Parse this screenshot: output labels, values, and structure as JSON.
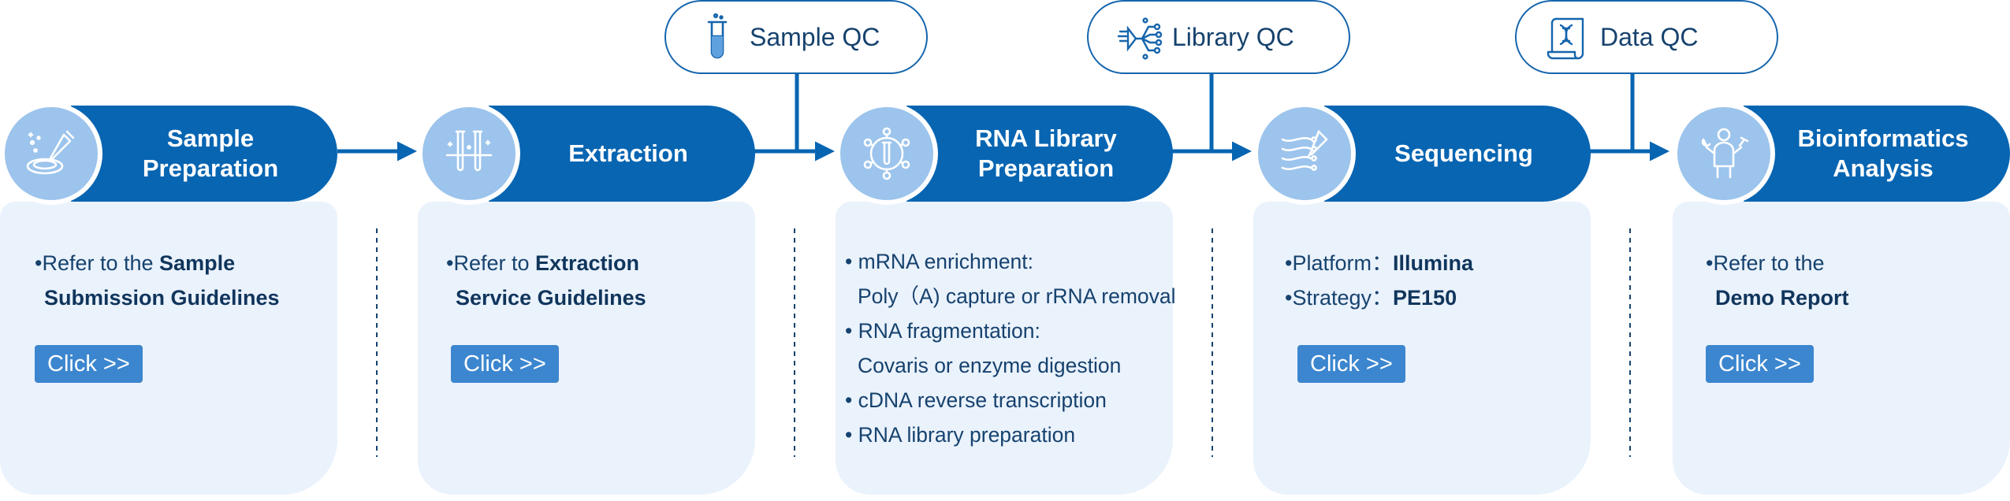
{
  "colors": {
    "primary": "#0765b2",
    "icon_circle": "#9cc4ec",
    "card": "#eaf2fc",
    "button": "#3c86cf",
    "text": "#16426e"
  },
  "qc": [
    {
      "label": "Sample QC",
      "icon": "test-tube-icon"
    },
    {
      "label": "Library QC",
      "icon": "circuit-network-icon"
    },
    {
      "label": "Data QC",
      "icon": "dna-scroll-icon"
    }
  ],
  "steps": [
    {
      "title": [
        "Sample",
        "Preparation"
      ],
      "icon": "petri-dish-pipette-icon",
      "desc": {
        "line1": {
          "pre": "•Refer to the ",
          "bold": "Sample"
        },
        "line2": "Submission Guidelines"
      },
      "button": "Click >>"
    },
    {
      "title": [
        "Extraction"
      ],
      "icon": "test-tubes-icon",
      "desc": {
        "line1": {
          "pre": "•Refer to ",
          "bold": "Extraction"
        },
        "line2": "Service Guidelines"
      },
      "button": "Click >>"
    },
    {
      "title": [
        "RNA Library",
        "Preparation"
      ],
      "icon": "molecular-network-tube-icon",
      "bullets": [
        "• mRNA enrichment:",
        "Poly（A) capture or rRNA removal",
        "• RNA fragmentation:",
        "Covaris or enzyme digestion",
        "• cDNA reverse transcription",
        "• RNA library preparation"
      ]
    },
    {
      "title": [
        "Sequencing"
      ],
      "icon": "sequencing-chip-icon",
      "desc": {
        "line1": {
          "pre": "•Platform：",
          "bold": "Illumina"
        },
        "line2": {
          "pre": "•Strategy：",
          "bold": "PE150"
        }
      },
      "button": "Click >>"
    },
    {
      "title": [
        "Bioinformatics",
        "Analysis"
      ],
      "icon": "analyst-tools-icon",
      "desc": {
        "line1": {
          "pre": "•Refer to the ",
          "bold": ""
        },
        "line2": "Demo Report"
      },
      "button": "Click >>"
    }
  ]
}
